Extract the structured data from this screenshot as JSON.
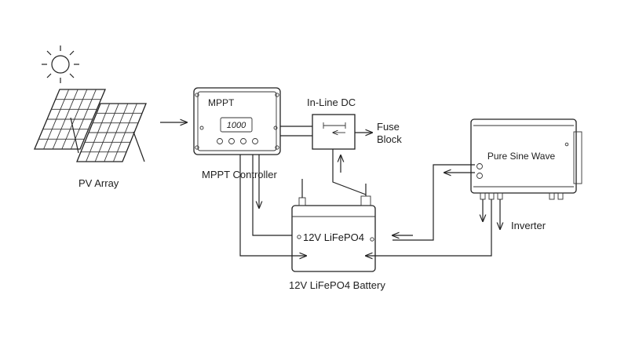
{
  "labels": {
    "pv_array": "PV Array",
    "mppt_controller": "MPPT Controller",
    "mppt_face": "MPPT",
    "mppt_display": "1000",
    "fuse_line1": "In-Line DC",
    "fuse_line2": "Fuse",
    "fuse_line3": "Block",
    "inverter_face": "Pure Sine Wave",
    "inverter": "Inverter",
    "battery_face": "12V LiFePO4",
    "battery": "12V LiFePO4 Battery"
  },
  "icons": [
    "sun-icon",
    "solar-panel-icon",
    "arrow-icon"
  ]
}
